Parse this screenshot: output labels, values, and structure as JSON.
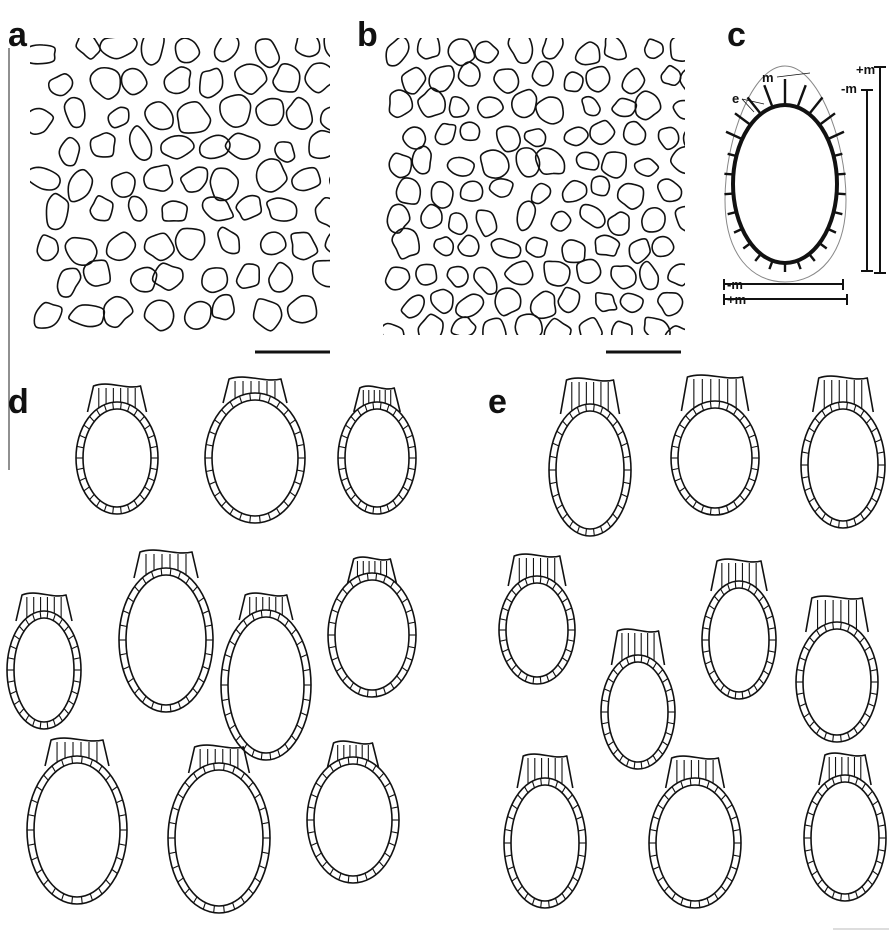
{
  "figure": {
    "panels": [
      {
        "id": "a",
        "label": "a",
        "kind": "cell-outline-pattern"
      },
      {
        "id": "b",
        "label": "b",
        "kind": "cell-outline-pattern"
      },
      {
        "id": "c",
        "label": "c",
        "kind": "schematic",
        "annotations": {
          "mucilage": "m",
          "epispore": "e",
          "length_minus": "-m",
          "length_plus": "+m",
          "width_minus": "-m",
          "width_plus": "+m"
        }
      },
      {
        "id": "d",
        "label": "d",
        "kind": "spore-array"
      },
      {
        "id": "e",
        "label": "e",
        "kind": "spore-array"
      }
    ]
  },
  "colors": {
    "ink": "#111111",
    "background": "#ffffff",
    "schematic_shell": "#888888"
  }
}
